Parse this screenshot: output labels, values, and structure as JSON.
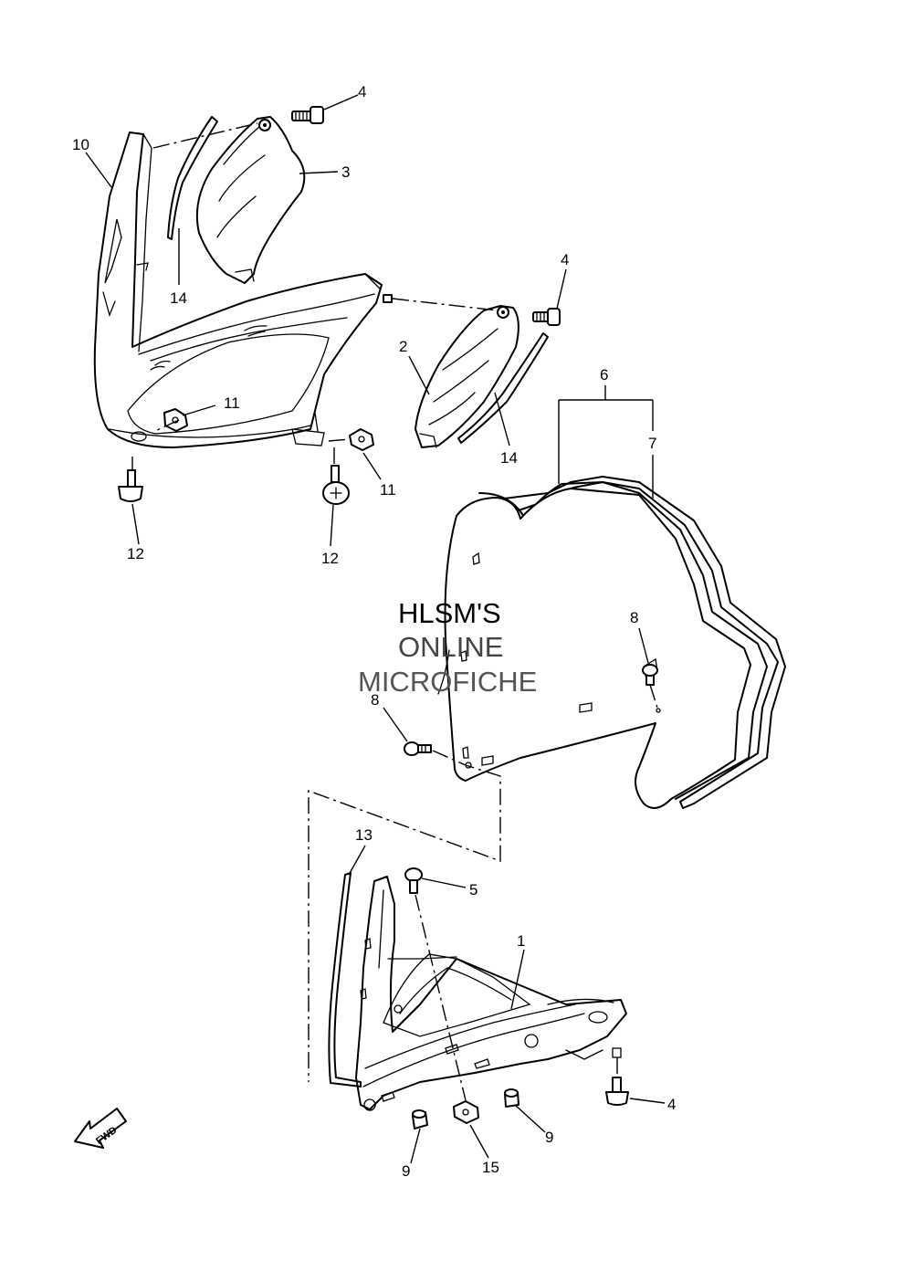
{
  "watermark": {
    "line1": "HLSM'S",
    "line2": "ONLINE",
    "line3": "MICROFICHE",
    "color1": "#000000",
    "color2": "#444444"
  },
  "direction_label": "FWD",
  "callouts": {
    "c1": "1",
    "c2": "2",
    "c3": "3",
    "c4a": "4",
    "c4b": "4",
    "c4c": "4",
    "c5": "5",
    "c6": "6",
    "c7": "7",
    "c8a": "8",
    "c8b": "8",
    "c9a": "9",
    "c9b": "9",
    "c10": "10",
    "c11a": "11",
    "c11b": "11",
    "c12a": "12",
    "c12b": "12",
    "c13": "13",
    "c14a": "14",
    "c14b": "14",
    "c15": "15"
  }
}
